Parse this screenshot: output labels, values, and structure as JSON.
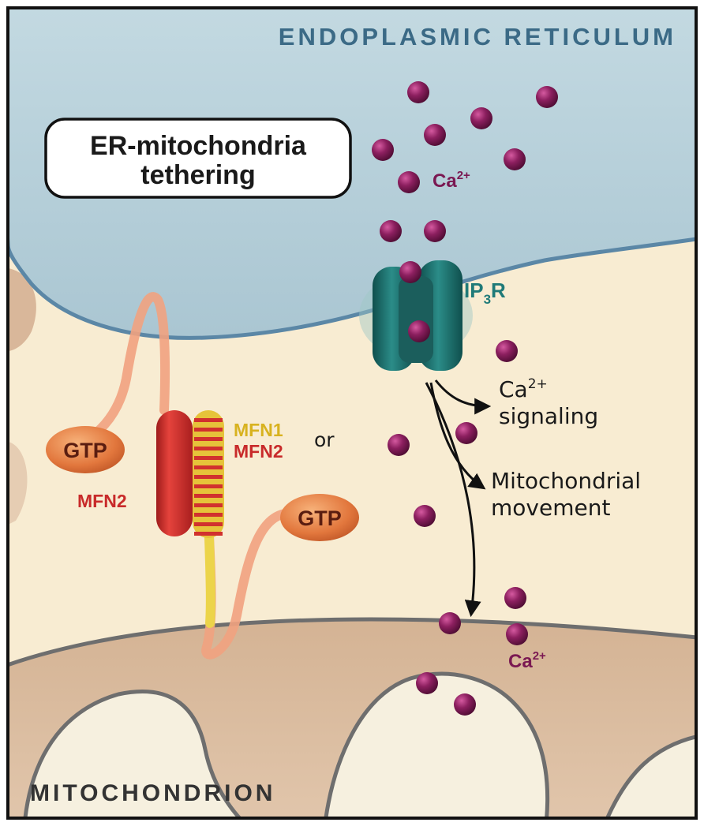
{
  "regions": {
    "er": "ENDOPLASMIC RETICULUM",
    "mito": "MITOCHONDRION"
  },
  "callout": {
    "line1": "ER-mitochondria",
    "line2": "tethering"
  },
  "ions": {
    "ca_top": "Ca",
    "ca_top_sup": "2+",
    "ca_bottom": "Ca",
    "ca_bottom_sup": "2+"
  },
  "receptor": {
    "ip": "IP",
    "sub": "3",
    "r": "R"
  },
  "outcomes": {
    "signaling_ca": "Ca",
    "signaling_sup": "2+",
    "signaling_word": "signaling",
    "movement_line1": "Mitochondrial",
    "movement_line2": "movement"
  },
  "proteins": {
    "gtp_left": "GTP",
    "gtp_right": "GTP",
    "mfn1": "MFN1",
    "or": "or",
    "mfn2_partner": "MFN2",
    "mfn2_left": "MFN2"
  },
  "colors": {
    "er_fill": "#b7d0da",
    "er_edge": "#5b87a6",
    "cytosol": "#f8ecd2",
    "mito_fill": "#dcbfa3",
    "mito_edge": "#6e6e6e",
    "matrix": "#f6f0df",
    "calcium": "#7a1852",
    "ip3r": "#1e6f6c",
    "mfn2": "#d1312e",
    "mfn1": "#e6c33a",
    "gtp": "#e07f45",
    "er_title": "#3b6a86",
    "teal_text": "#1f7a78"
  }
}
